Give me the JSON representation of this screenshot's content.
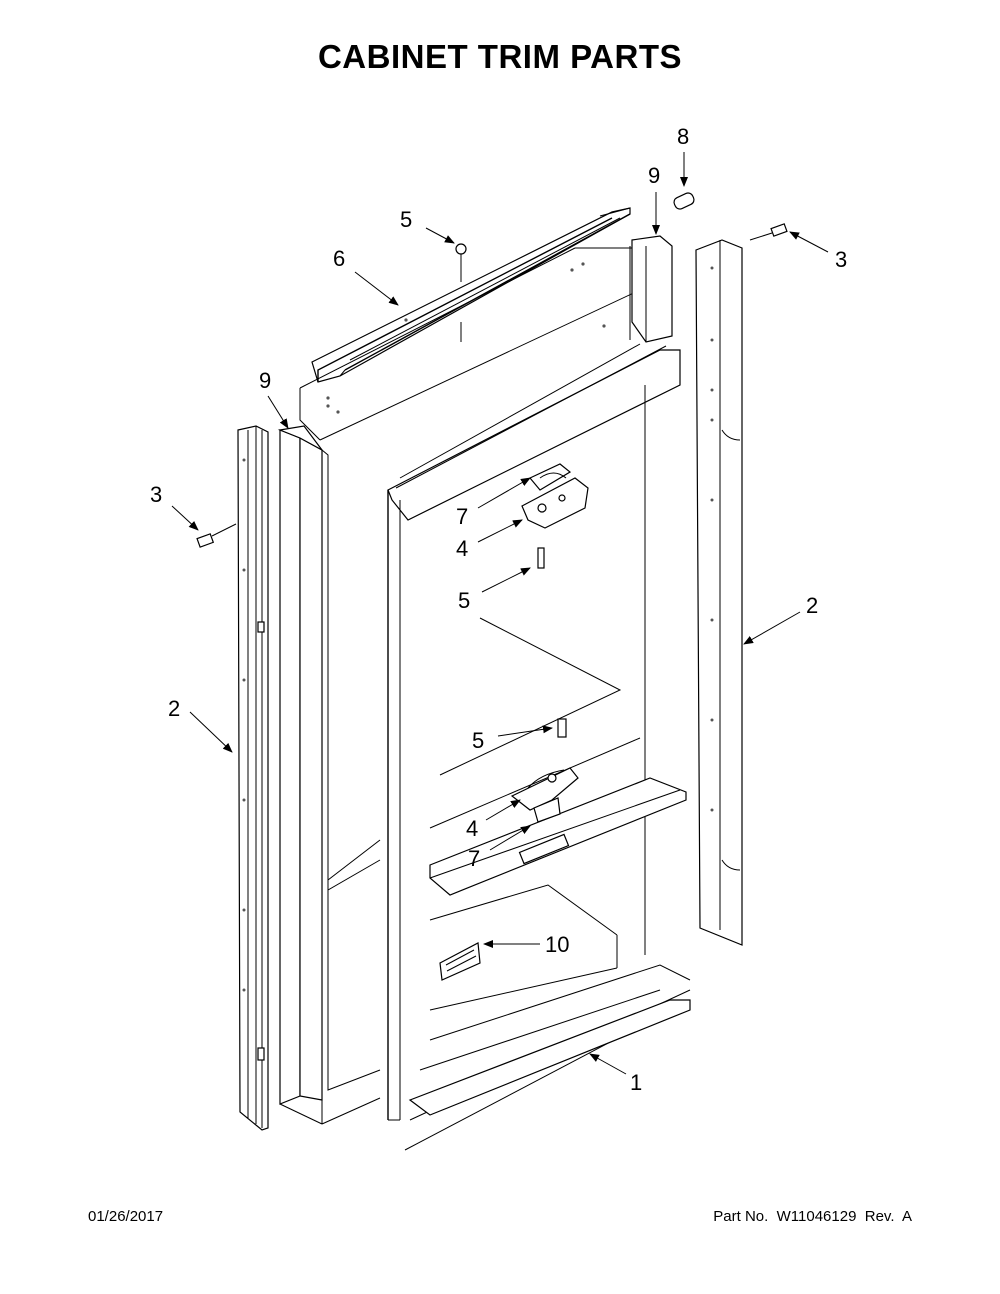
{
  "page": {
    "title": "CABINET TRIM PARTS",
    "date": "01/26/2017",
    "part_number": "Part No.  W11046129  Rev.  A"
  },
  "callouts": [
    {
      "id": "c1",
      "label": "1"
    },
    {
      "id": "c2a",
      "label": "2"
    },
    {
      "id": "c2b",
      "label": "2"
    },
    {
      "id": "c3a",
      "label": "3"
    },
    {
      "id": "c3b",
      "label": "3"
    },
    {
      "id": "c4a",
      "label": "4"
    },
    {
      "id": "c4b",
      "label": "4"
    },
    {
      "id": "c5a",
      "label": "5"
    },
    {
      "id": "c5b",
      "label": "5"
    },
    {
      "id": "c5c",
      "label": "5"
    },
    {
      "id": "c6",
      "label": "6"
    },
    {
      "id": "c7a",
      "label": "7"
    },
    {
      "id": "c7b",
      "label": "7"
    },
    {
      "id": "c8",
      "label": "8"
    },
    {
      "id": "c9a",
      "label": "9"
    },
    {
      "id": "c9b",
      "label": "9"
    },
    {
      "id": "c10",
      "label": "10"
    }
  ]
}
